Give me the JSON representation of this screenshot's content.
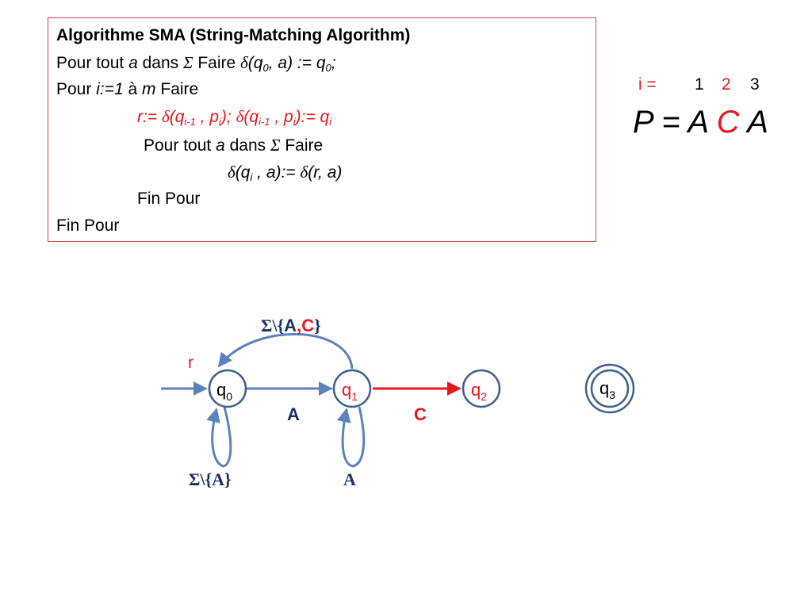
{
  "algorithm": {
    "title": "Algorithme SMA (String-Matching Algorithm)",
    "line1": {
      "pour_tout": "Pour tout",
      "a": "a",
      "dans": "dans",
      "sigma": "Σ",
      "faire": "Faire",
      "delta": "δ",
      "expr_a": "(q",
      "sub0": "0",
      "expr_b": ", a) := q",
      "sub0b": "0",
      "expr_c": ";"
    },
    "line2": {
      "pour": "Pour",
      "iter": "i:=1",
      "a_grave": "à",
      "m": "m",
      "faire": "Faire"
    },
    "line3": {
      "r_assign": "r:= ",
      "d1": "δ",
      "e1": "(q",
      "s1": "i-1",
      "e2": " , p",
      "s2": "i",
      "e3": "); ",
      "d2": "δ",
      "e4": "(q",
      "s3": "i-1",
      "e5": " , p",
      "s4": "i",
      "e6": "):= q",
      "s5": "i"
    },
    "line4": {
      "pour_tout": "Pour tout",
      "a": "a",
      "dans": "dans",
      "sigma": "Σ",
      "faire": "Faire"
    },
    "line5": {
      "d1": "δ",
      "e1": "(q",
      "s1": "i",
      "e2": " , a):= ",
      "d2": "δ",
      "e3": "(r, a)"
    },
    "line6": "Fin Pour",
    "line7": "Fin Pour"
  },
  "indices": {
    "label": "i =",
    "n1": "1",
    "n2": "2",
    "n3": "3"
  },
  "pattern": {
    "p": "P",
    "eq": "=",
    "c1": "A",
    "c2": "C",
    "c3": "A"
  },
  "automaton": {
    "states": [
      {
        "name": "q",
        "sub": "0",
        "color": "#000000"
      },
      {
        "name": "q",
        "sub": "1",
        "color": "#e8161f"
      },
      {
        "name": "q",
        "sub": "2",
        "color": "#e8161f"
      },
      {
        "name": "q",
        "sub": "3",
        "color": "#000000"
      }
    ],
    "labels": {
      "r": "r",
      "top_loop_prefix": "Σ\\{",
      "top_loop_a": "A",
      "top_loop_comma": ",",
      "top_loop_c": "C",
      "top_loop_suffix": "}",
      "edge_A": "A",
      "edge_C": "C",
      "self_loop_q0": "Σ\\{A}",
      "self_loop_q1": "A"
    },
    "colors": {
      "node_stroke": "#3e5f8a",
      "edge": "#5b82bd",
      "edge_red": "#e8161f",
      "accent_blue": "#1c2f67",
      "red": "#e8161f"
    }
  }
}
